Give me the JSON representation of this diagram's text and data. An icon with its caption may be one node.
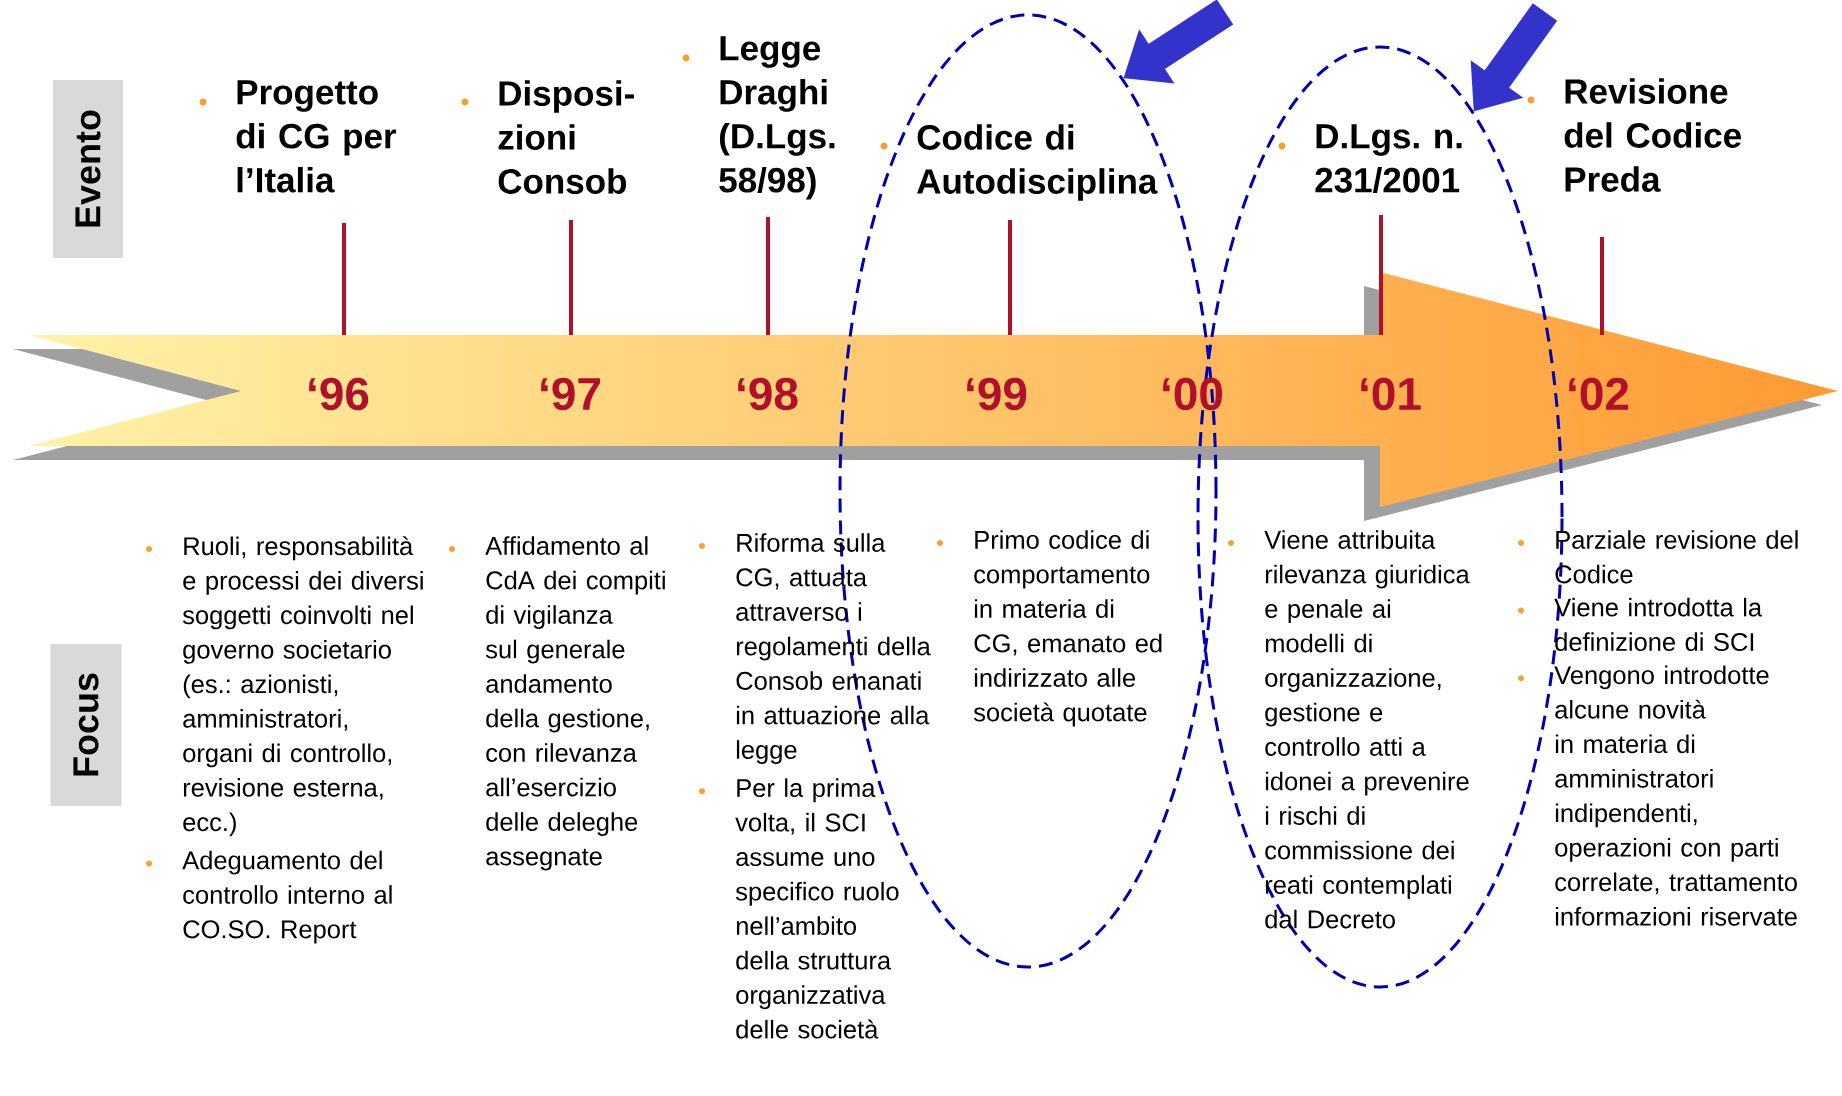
{
  "diagram": {
    "nodes": [
      {
        "text": [
          "Evento"
        ]
      },
      {
        "text": [
          "Focus"
        ]
      },
      {
        "text": [],
        "shape": "ellipse"
      },
      {
        "text": [],
        "shape": "ellipse"
      }
    ],
    "edges": [
      {
        "from": null,
        "to": 2,
        "arrow": "to"
      },
      {
        "from": null,
        "to": 3,
        "arrow": "to"
      }
    ],
    "labels": [
      "Progetto di CG per l’Italia",
      "Disposi- zioni Consob",
      "Legge Draghi (D.Lgs. 58/98)",
      "Codice di Autodisciplina",
      "D.Lgs. n. 231/2001",
      "Revisione del Codice Preda",
      "‘96",
      "‘97",
      "‘98",
      "‘99",
      "‘00",
      "‘01",
      "‘02",
      "Ruoli, responsabilità e processi dei diversi soggetti coinvolti nel governo societario (es.: azionisti, amministratori, organi di controllo, revisione esterna, ecc.)",
      "Adeguamento del controllo interno al CO.SO. Report",
      "Affidamento al CdA dei compiti di vigilanza sul generale andamento della gestione, con rilevanza all’esercizio delle deleghe assegnate",
      "Riforma sulla CG, attuata attraverso i regolamenti della Consob emanati in attuazione alla legge",
      "Per la prima volta, il SCI assume uno specifico ruolo nell’ambito della struttura organizzativa delle società",
      "Primo codice di comportamento in materia di CG, emanato ed indirizzato alle società quotate",
      "Viene attribuita rilevanza giuridica e penale ai modelli di organizzazione, gestione e controllo atti a idonei a prevenire i rischi di commissione dei reati contemplati dal Decreto",
      "Parziale revisione del Codice",
      "Viene introdotta la definizione di SCI",
      "Vengono introdotte alcune novità in materia di amministratori indipendenti, operazioni con parti correlate, trattamento informazioni riservate"
    ]
  }
}
